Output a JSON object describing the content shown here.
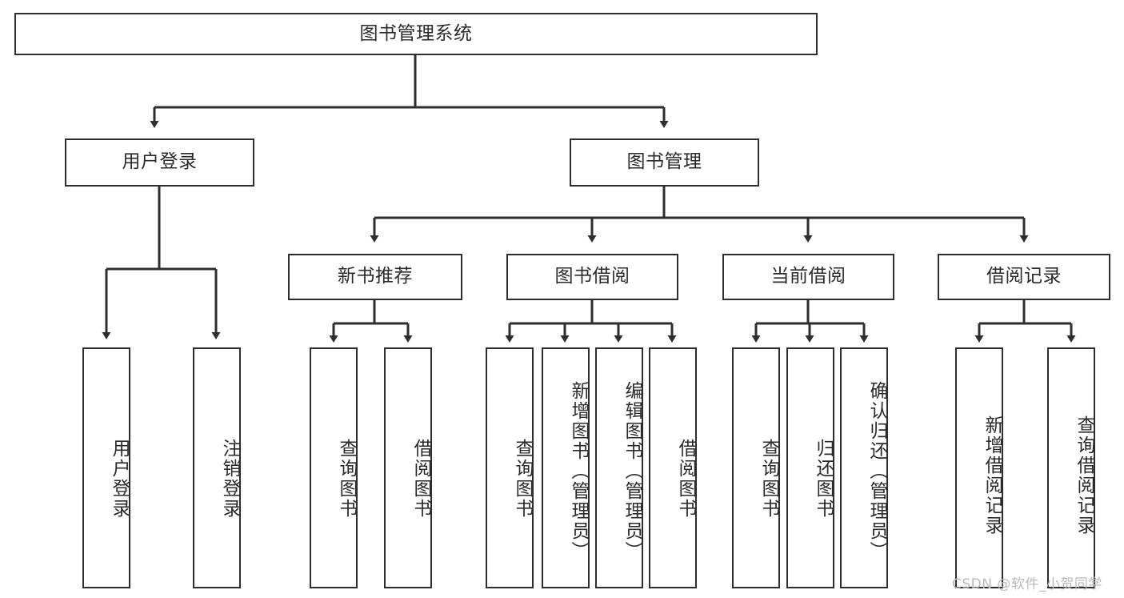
{
  "diagram": {
    "type": "tree-hierarchy-chart",
    "title": "图书管理系统",
    "stroke_color": "#2e2e2e",
    "fill_color": "#ffffff",
    "text_color": "#2b2b2b",
    "levels": {
      "level0": [
        {
          "id": "root",
          "label": "图书管理系统",
          "orientation": "horizontal"
        }
      ],
      "level1": [
        {
          "id": "user-login",
          "label": "用户登录",
          "orientation": "horizontal"
        },
        {
          "id": "book-management",
          "label": "图书管理",
          "orientation": "horizontal"
        }
      ],
      "level2": [
        {
          "id": "new-book-recommend",
          "label": "新书推荐",
          "orientation": "horizontal"
        },
        {
          "id": "book-borrow",
          "label": "图书借阅",
          "orientation": "horizontal"
        },
        {
          "id": "current-borrow",
          "label": "当前借阅",
          "orientation": "horizontal"
        },
        {
          "id": "borrow-record",
          "label": "借阅记录",
          "orientation": "horizontal"
        }
      ],
      "level3": [
        {
          "id": "leaf-user-login",
          "label": "用户登录",
          "parent": "user-login",
          "orientation": "vertical"
        },
        {
          "id": "leaf-logout-login",
          "label": "注销登录",
          "parent": "user-login",
          "orientation": "vertical"
        },
        {
          "id": "leaf-query-book-1",
          "label": "查询图书",
          "parent": "new-book-recommend",
          "orientation": "vertical"
        },
        {
          "id": "leaf-borrow-book-1",
          "label": "借阅图书",
          "parent": "new-book-recommend",
          "orientation": "vertical"
        },
        {
          "id": "leaf-query-book-2",
          "label": "查询图书",
          "parent": "book-borrow",
          "orientation": "vertical"
        },
        {
          "id": "leaf-add-book-admin",
          "label": "新增图书（管理员）",
          "parent": "book-borrow",
          "orientation": "vertical"
        },
        {
          "id": "leaf-edit-book-admin",
          "label": "编辑图书（管理员）",
          "parent": "book-borrow",
          "orientation": "vertical"
        },
        {
          "id": "leaf-borrow-book-2",
          "label": "借阅图书",
          "parent": "book-borrow",
          "orientation": "vertical"
        },
        {
          "id": "leaf-query-book-3",
          "label": "查询图书",
          "parent": "current-borrow",
          "orientation": "vertical"
        },
        {
          "id": "leaf-return-book",
          "label": "归还图书",
          "parent": "current-borrow",
          "orientation": "vertical"
        },
        {
          "id": "leaf-confirm-return-admin",
          "label": "确认归还（管理员）",
          "parent": "current-borrow",
          "orientation": "vertical"
        },
        {
          "id": "leaf-add-borrow-record",
          "label": "新增借阅记录",
          "parent": "borrow-record",
          "orientation": "vertical"
        },
        {
          "id": "leaf-query-borrow-record",
          "label": "查询借阅记录",
          "parent": "borrow-record",
          "orientation": "vertical"
        }
      ]
    }
  },
  "watermark": {
    "text": "CSDN @软件_小贺同学"
  }
}
